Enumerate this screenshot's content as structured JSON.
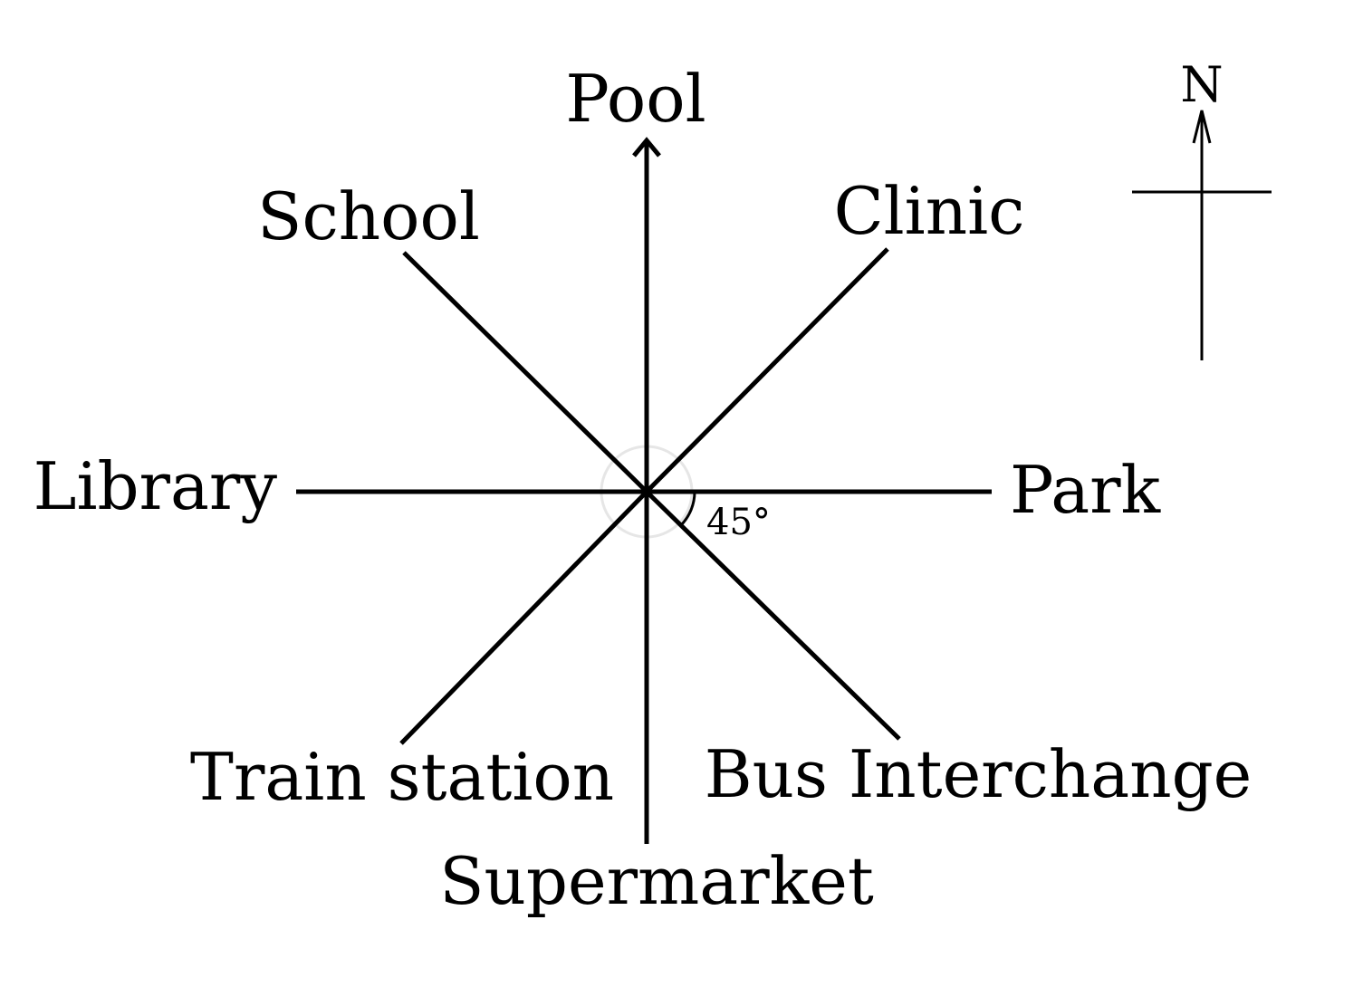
{
  "diagram": {
    "places": {
      "north": "Pool",
      "northeast": "Clinic",
      "east": "Park",
      "southeast": "Bus Interchange",
      "south": "Supermarket",
      "southwest": "Train station",
      "west": "Library",
      "northwest": "School"
    },
    "angle_label": "45°",
    "compass_label": "N"
  },
  "colors": {
    "line": "#000000",
    "background": "#ffffff",
    "center_circle": "#e6e6e6"
  }
}
